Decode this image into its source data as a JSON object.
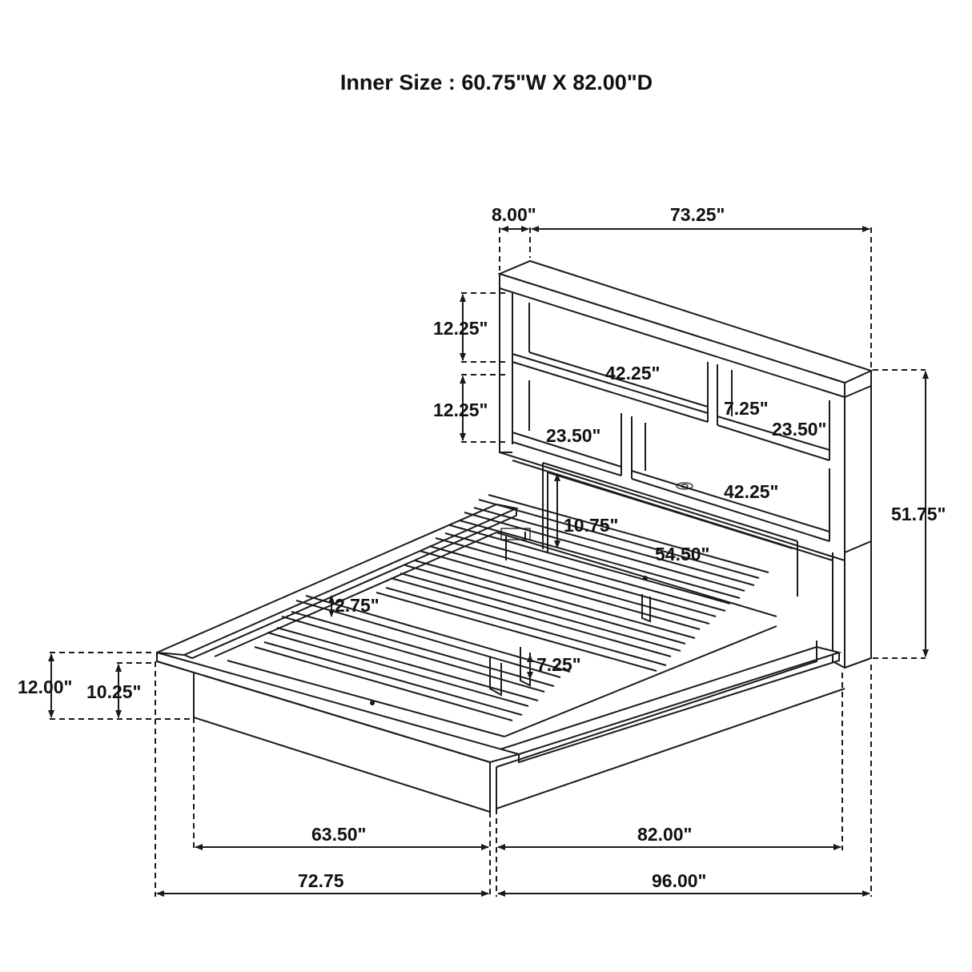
{
  "title": "Inner Size : 60.75\"W X 82.00\"D",
  "dimensions": {
    "headboard_depth": "8.00\"",
    "headboard_width": "73.25\"",
    "upper_shelf_height": "12.25\"",
    "lower_shelf_height": "12.25\"",
    "upper_shelf_width": "42.25\"",
    "divider_gap": "7.25\"",
    "right_upper_shelf": "23.50\"",
    "left_lower_shelf": "23.50\"",
    "lower_shelf_width": "42.25\"",
    "panel_height": "10.75\"",
    "panel_width": "54.50\"",
    "overall_height": "51.75\"",
    "slat_gap": "2.75\"",
    "leg_height": "7.25\"",
    "footboard_height": "12.00\"",
    "rail_height": "10.25\"",
    "inner_width": "63.50\"",
    "inner_length": "82.00\"",
    "overall_width": "72.75",
    "overall_length": "96.00\""
  }
}
